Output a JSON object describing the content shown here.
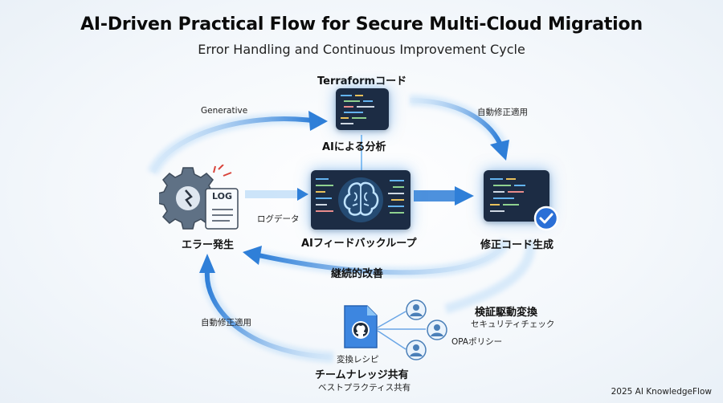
{
  "title": "AI-Driven Practical Flow for Secure Multi-Cloud Migration",
  "subtitle": "Error Handling and Continuous Improvement Cycle",
  "nodes": {
    "terraform": {
      "top_label": "Terraformコード",
      "bottom_label": "AIによる分析"
    },
    "error": {
      "label": "エラー発生",
      "log_badge": "LOG"
    },
    "feedback": {
      "label": "AIフィードバックループ"
    },
    "fixed": {
      "label": "修正コード生成"
    },
    "team": {
      "caption": "変換レシピ",
      "label": "チームナレッジ共有",
      "sublabel": "ベストプラクティス共有"
    },
    "verify": {
      "label": "検証駆動変換",
      "sublabel": "セキュリティチェック",
      "opa": "OPAポリシー"
    }
  },
  "edges": {
    "generative": "Generative",
    "auto_fix_top": "自動修正適用",
    "log_data": "ログデータ",
    "continuous": "継続的改善",
    "auto_fix_bottom": "自動修正適用"
  },
  "footer": "2025 AI KnowledgeFlow",
  "colors": {
    "accent": "#2f7fd8",
    "accent_light": "#8cc4f5",
    "panel": "#1c2c44",
    "check": "#2a6fd6"
  }
}
